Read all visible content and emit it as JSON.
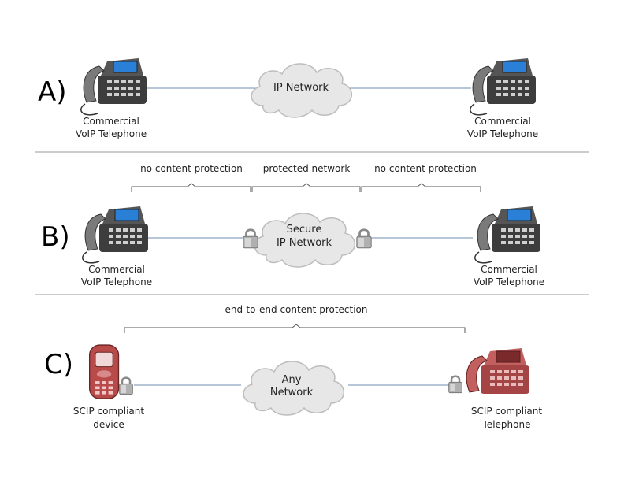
{
  "sections": {
    "a": {
      "label": "A)",
      "cloud": "IP Network",
      "left_device": [
        "Commercial",
        "VoIP Telephone"
      ],
      "right_device": [
        "Commercial",
        "VoIP Telephone"
      ]
    },
    "b": {
      "label": "B)",
      "cloud": [
        "Secure",
        "IP Network"
      ],
      "zones": [
        "no content protection",
        "protected network",
        "no content protection"
      ],
      "left_device": [
        "Commercial",
        "VoIP Telephone"
      ],
      "right_device": [
        "Commercial",
        "VoIP Telephone"
      ]
    },
    "c": {
      "label": "C)",
      "cloud": [
        "Any",
        "Network"
      ],
      "zone": "end-to-end content protection",
      "left_device": [
        "SCIP compliant",
        "device"
      ],
      "right_device": [
        "SCIP compliant",
        "Telephone"
      ]
    }
  },
  "colors": {
    "link": "#6f8fb0",
    "cloud_fill": "#e7e7e7",
    "phone_body": "#4a4a4a",
    "phone_screen": "#2a7fd6",
    "scip_red": "#b84a4a"
  },
  "icons": [
    "desk-phone-icon",
    "cloud-icon",
    "padlock-icon",
    "mobile-phone-icon"
  ]
}
